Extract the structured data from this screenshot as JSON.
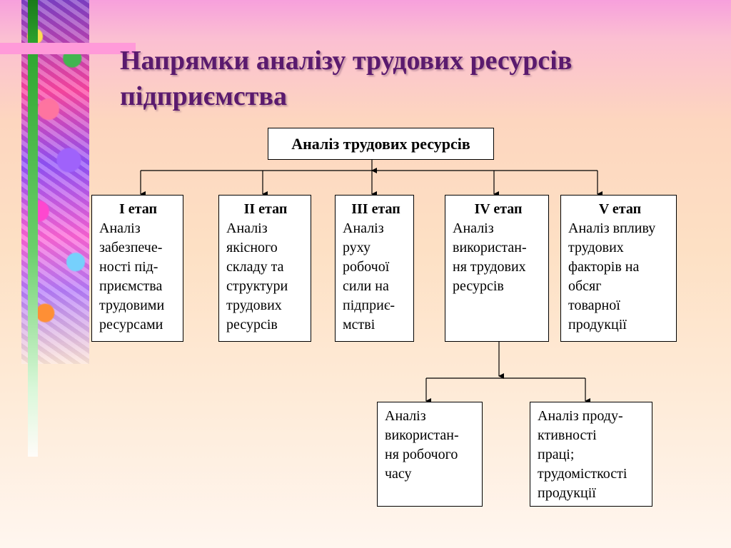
{
  "title": "Напрямки аналізу трудових ресурсів підприємства",
  "root": "Аналіз трудових ресурсів",
  "stages": [
    {
      "head": "I етап",
      "body": "Аналіз\nзабезпече-\nності під-\nприємства\nтрудовими\nресурсами"
    },
    {
      "head": "II етап",
      "body": "Аналіз\nякісного\nскладу та\nструктури\nтрудових\nресурсів"
    },
    {
      "head": "III етап",
      "body": "Аналіз\nруху\nробочої\nсили на\nпідприє-\nмстві"
    },
    {
      "head": "IV етап",
      "body": "Аналіз\nвикористан-\nня трудових\nресурсів"
    },
    {
      "head": "V етап",
      "body": "Аналіз впливу\nтрудових\nфакторів на\nобсяг\nтоварної\nпродукції"
    }
  ],
  "sub": [
    {
      "body": "Аналіз\nвикористан-\nня робочого\nчасу"
    },
    {
      "body": "Аналіз проду-\nктивності\nпраці;\nтрудомісткості\nпродукції"
    }
  ]
}
